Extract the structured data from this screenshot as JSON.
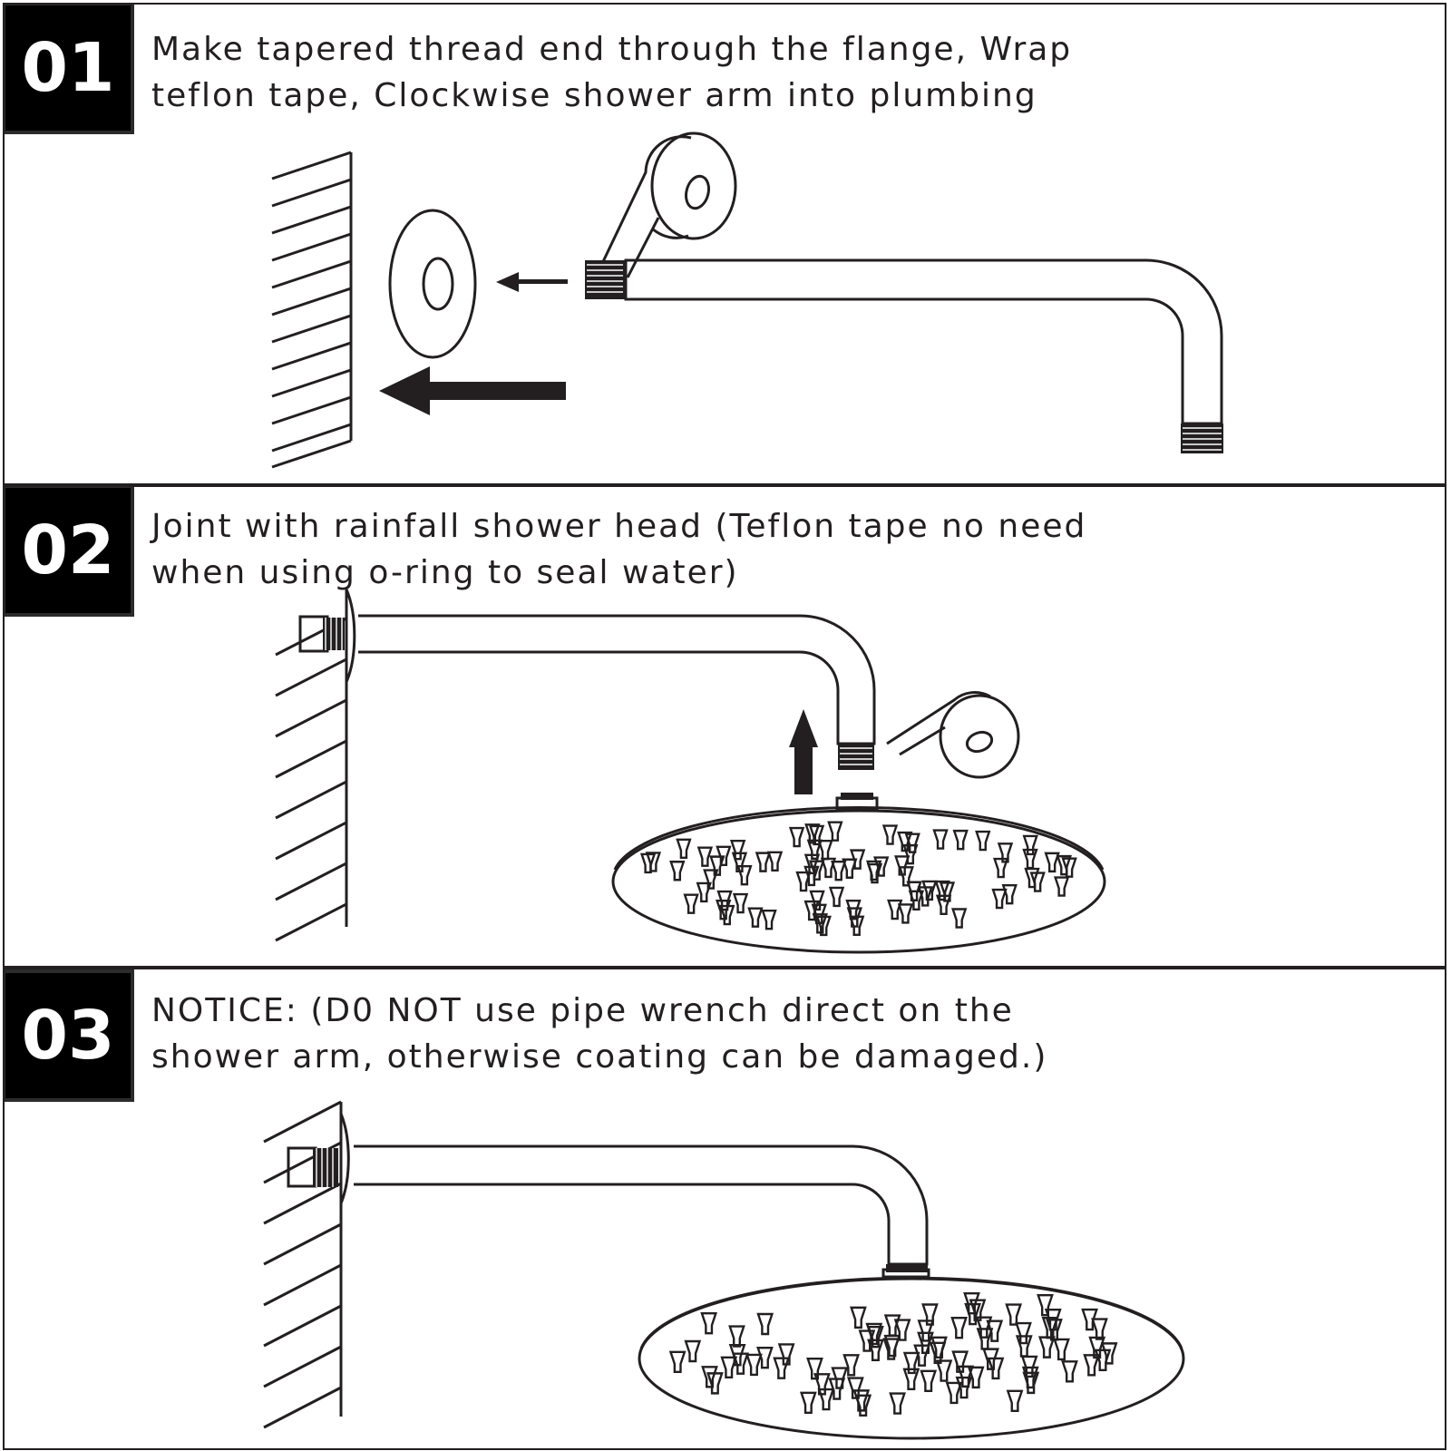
{
  "steps": [
    {
      "number": "01",
      "lines": [
        "Make tapered thread end through the flange,  Wrap",
        "teflon tape, Clockwise shower arm into plumbing"
      ]
    },
    {
      "number": "02",
      "lines": [
        "Joint with rainfall shower head (Teflon tape no need",
        "when using o-ring to seal water)"
      ]
    },
    {
      "number": "03",
      "lines": [
        "NOTICE: (D0 NOT use pipe wrench direct on the",
        "shower arm, otherwise coating can be damaged.)"
      ]
    }
  ],
  "colors": {
    "ink": "#231f20",
    "badge": "#000000",
    "badge_text": "#ffffff",
    "background": "#ffffff"
  },
  "icons": [
    "wall-hatch",
    "flange-plate",
    "shower-arm",
    "teflon-tape-roll",
    "rainfall-shower-head",
    "direction-arrow"
  ]
}
